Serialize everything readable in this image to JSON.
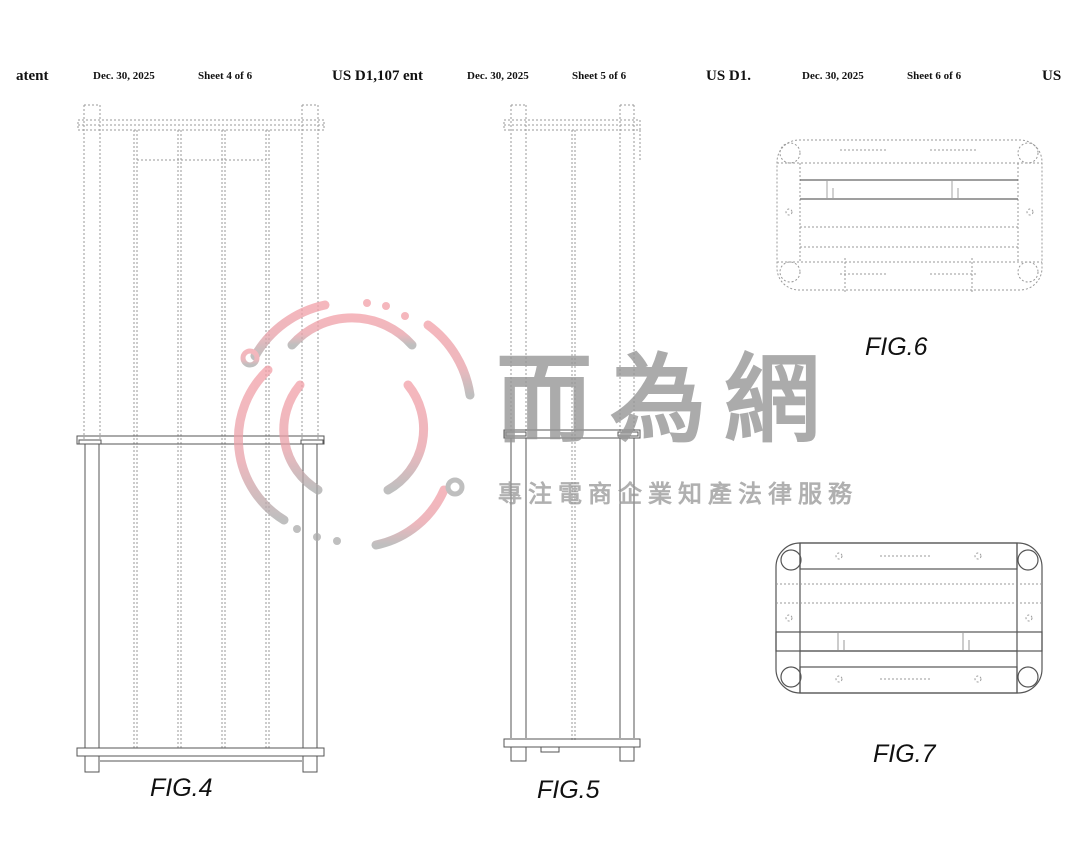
{
  "sheets": [
    {
      "prefix": "atent",
      "date": "Dec. 30, 2025",
      "sheet": "Sheet 4 of 6",
      "patent_no": "US D1,107",
      "figure": "FIG.4"
    },
    {
      "prefix": "ent",
      "date": "Dec. 30, 2025",
      "sheet": "Sheet 5 of 6",
      "patent_no": "US D1.",
      "figure": "FIG.5"
    },
    {
      "prefix": "",
      "date": "Dec. 30, 2025",
      "sheet": "Sheet 6 of 6",
      "patent_no": "US",
      "figures": [
        "FIG.6",
        "FIG.7"
      ]
    }
  ],
  "watermark": {
    "title": "而為網",
    "subtitle": "專注電商企業知產法律服務",
    "logo_color": "#f0a0a8",
    "text_color": "#969696"
  }
}
